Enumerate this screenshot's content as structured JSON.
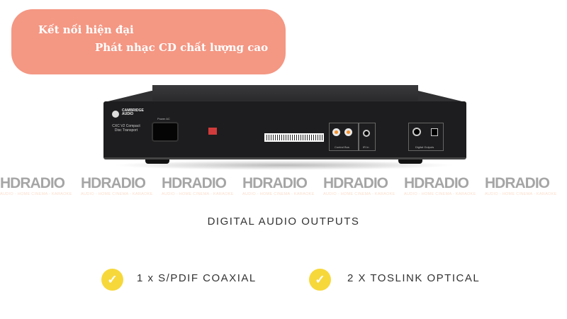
{
  "banner": {
    "line1": "Kết nối hiện đại",
    "line2": "Phát nhạc CD chất lượng cao",
    "color": "#f49783"
  },
  "device": {
    "brand": "CAMBRIDGE AUDIO",
    "model": "CXC V2 Compact Disc Transport",
    "power_label": "Power AC",
    "control_bus_label": "Control Bus",
    "ir_label": "IR In",
    "digital_outputs_label": "Digital Outputs"
  },
  "watermark": {
    "logo": "HDRADIO",
    "tagline": "AUDIO - HOME CINEMA - KARAOKE"
  },
  "section": {
    "title": "DIGITAL AUDIO OUTPUTS"
  },
  "features": [
    {
      "label": "1 x S/PDIF COAXIAL",
      "icon": "check-icon"
    },
    {
      "label": "2 X TOSLINK OPTICAL",
      "icon": "check-icon"
    }
  ],
  "colors": {
    "check": "#f7d83b",
    "text": "#333333"
  }
}
